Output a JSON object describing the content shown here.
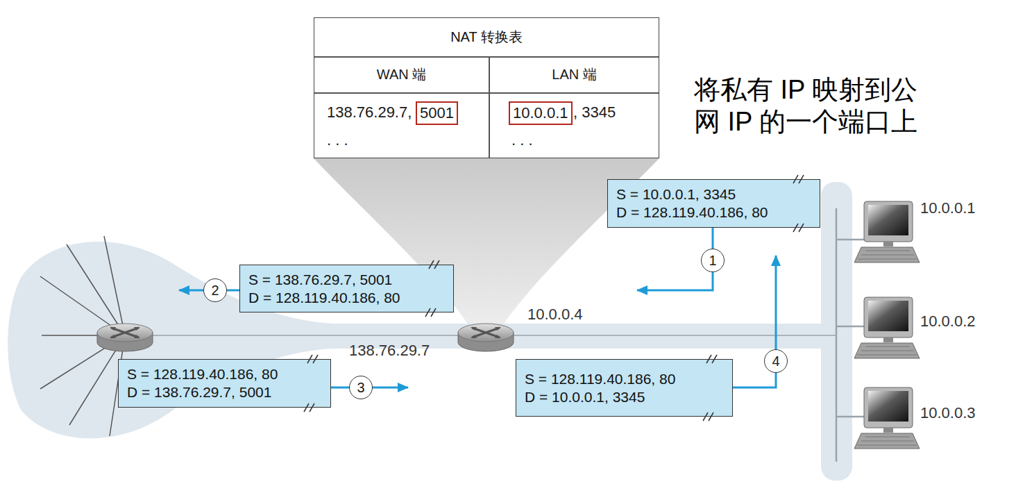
{
  "diagram": {
    "nodes": [
      {
        "text": [
          "NAT 转换表"
        ]
      },
      {
        "text": [
          "5001"
        ],
        "in": 0
      },
      {
        "text": [
          "10.0.0.1"
        ],
        "in": 0
      },
      {
        "text": [
          "S = 10.0.0.1, 3345",
          "D = 128.119.40.186, 80"
        ]
      },
      {
        "text": [
          "1"
        ]
      },
      {
        "text": [
          "S = 138.76.29.7, 5001",
          "D = 128.119.40.186, 80"
        ]
      },
      {
        "text": [
          "2"
        ]
      },
      {
        "text": [
          "S = 128.119.40.186, 80",
          "D = 138.76.29.7, 5001"
        ]
      },
      {
        "text": [
          "3"
        ]
      },
      {
        "text": [
          "S = 128.119.40.186, 80",
          "D = 10.0.0.1, 3345"
        ]
      },
      {
        "text": [
          "4"
        ]
      }
    ],
    "labels": [
      "WAN 端",
      "LAN 端",
      "138.76.29.7,",
      ", 3345",
      ". . .",
      ". . .",
      "将私有 IP 映射到公 网 IP 的一个端口上",
      "10.0.0.4",
      "138.76.29.7",
      "10.0.0.1",
      "10.0.0.2",
      "10.0.0.3"
    ]
  }
}
